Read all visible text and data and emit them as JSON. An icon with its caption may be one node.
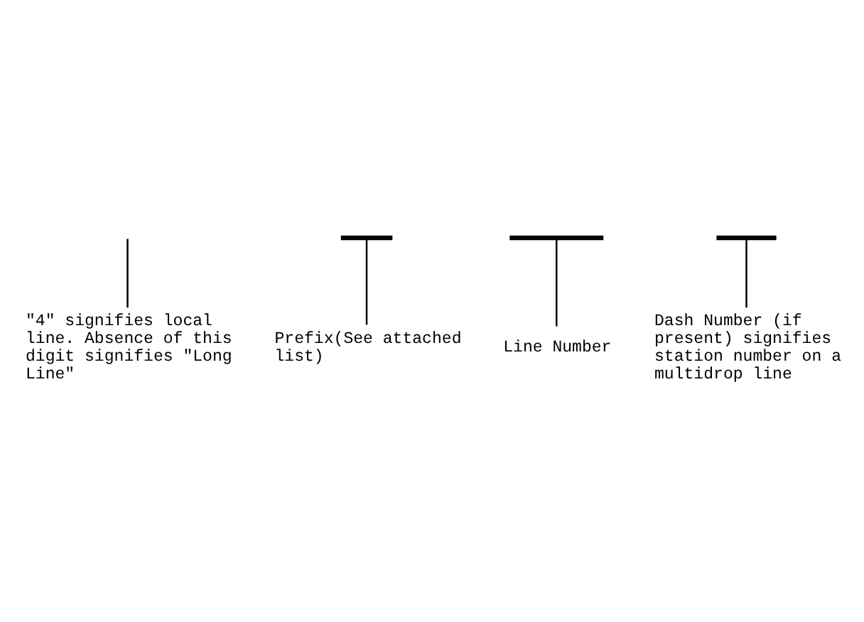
{
  "diagram": {
    "nodes": [
      {
        "text": [],
        "shape": "brace"
      },
      {
        "text": [],
        "shape": "brace"
      },
      {
        "text": [],
        "shape": "brace"
      },
      {
        "text": [
          "Dash Number (if present) signifies station number on a multidrop line"
        ]
      },
      {
        "text": [
          "Line Number"
        ]
      },
      {
        "text": [
          "Prefix(See attached list)"
        ]
      },
      {
        "text": [
          "\"4\" signifies local line. Absence of this digit signifies \"Long Line\""
        ]
      }
    ],
    "edges": [
      {
        "from": 3,
        "to": 2,
        "arrow": "none"
      },
      {
        "from": 4,
        "to": 1,
        "arrow": "none"
      },
      {
        "from": 5,
        "to": 0,
        "arrow": "none"
      },
      {
        "from": 6,
        "to": null,
        "arrow": "none"
      }
    ]
  }
}
